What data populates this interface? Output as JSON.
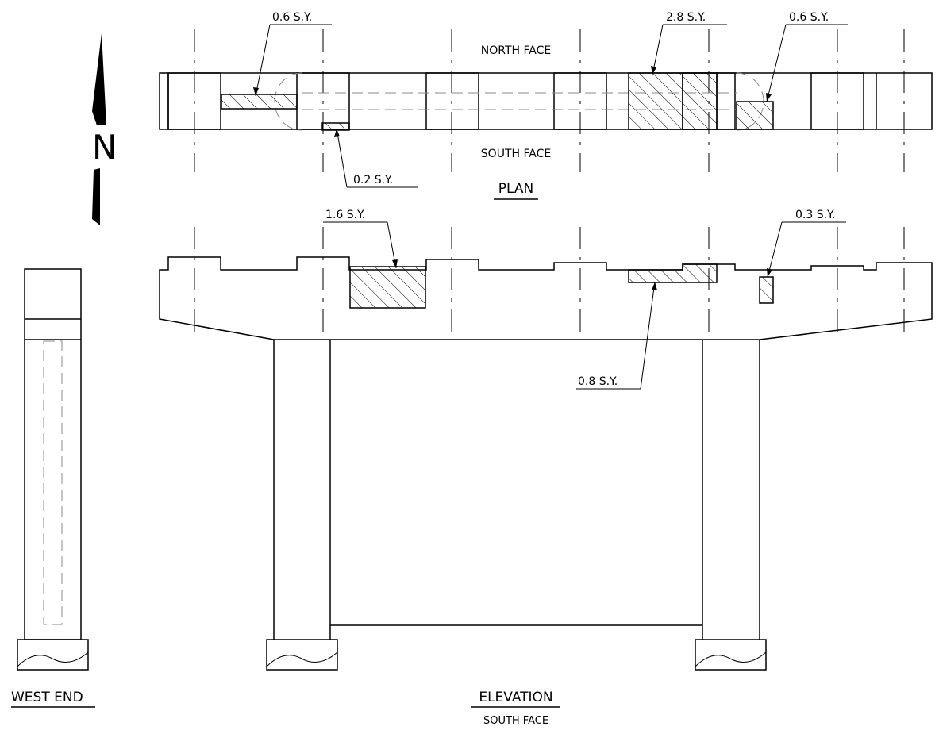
{
  "drawing": {
    "plan": {
      "title": "PLAN",
      "north_face_label": "NORTH FACE",
      "south_face_label": "SOUTH FACE",
      "callouts": [
        "0.6 S.Y.",
        "0.2 S.Y.",
        "2.8 S.Y.",
        "0.6 S.Y."
      ]
    },
    "elevation": {
      "title": "ELEVATION",
      "subtitle": "SOUTH FACE",
      "callouts": [
        "1.6 S.Y.",
        "0.8 S.Y.",
        "0.3 S.Y."
      ]
    },
    "west_end": {
      "title": "WEST END"
    },
    "north_arrow": {
      "letter": "N"
    }
  }
}
